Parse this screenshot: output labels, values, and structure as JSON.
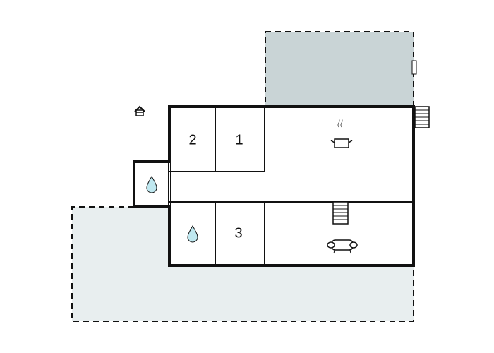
{
  "floorplan": {
    "type": "floor-plan",
    "colors": {
      "wall": "#111111",
      "terrace_upper": "#c9d4d6",
      "terrace_lower": "#e8eeef",
      "water_drop": "#bfe8f0",
      "background": "#ffffff"
    },
    "rooms": [
      {
        "id": "bedroom-2",
        "label": "2"
      },
      {
        "id": "bedroom-1",
        "label": "1"
      },
      {
        "id": "bedroom-3",
        "label": "3"
      },
      {
        "id": "kitchen",
        "icon": "cooking-pot-icon"
      },
      {
        "id": "living-room",
        "icon": "sofa-icon"
      },
      {
        "id": "bathroom-small",
        "icon": "water-drop-icon"
      },
      {
        "id": "bathroom",
        "icon": "water-drop-icon"
      }
    ],
    "icons": [
      "house-entrance-icon",
      "stairs-icon",
      "exterior-stairs-icon",
      "door-icon"
    ]
  }
}
